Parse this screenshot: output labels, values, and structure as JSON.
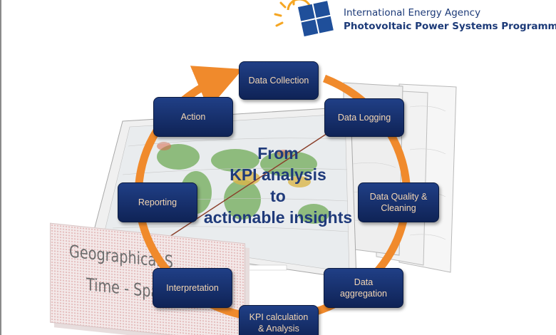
{
  "header": {
    "org_name": "International Energy Agency",
    "programme_name": "Photovoltaic Power Systems Programme"
  },
  "diagram": {
    "center_text": "From\nKPI analysis\nto\nactionable insights",
    "cycle_steps": [
      {
        "key": "data-collection",
        "label": "Data Collection"
      },
      {
        "key": "data-logging",
        "label": "Data Logging"
      },
      {
        "key": "data-quality-cleaning",
        "label": "Data Quality &\nCleaning"
      },
      {
        "key": "data-aggregation",
        "label": "Data\naggregation"
      },
      {
        "key": "kpi-calculation-analysis",
        "label": "KPI calculation\n& Analysis"
      },
      {
        "key": "interpretation",
        "label": "Interpretation"
      },
      {
        "key": "reporting",
        "label": "Reporting"
      },
      {
        "key": "action",
        "label": "Action"
      }
    ],
    "background_box": {
      "line1": "Geographical S",
      "line2": "Time - Space"
    }
  },
  "colors": {
    "ring": "#f08a2c",
    "step_fill": "#1b3677",
    "step_text": "#f4d6b3",
    "center_text": "#1f3a7a",
    "logo_text": "#1c3a78",
    "sun_rays": "#f5a623"
  }
}
